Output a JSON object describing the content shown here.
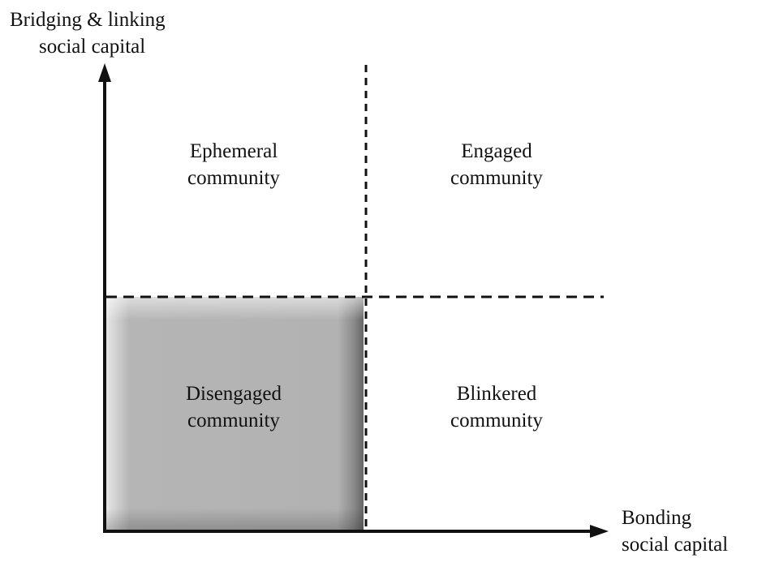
{
  "axes": {
    "y_label_line1": "Bridging & linking",
    "y_label_line2": "social capital",
    "x_label_line1": "Bonding",
    "x_label_line2": "social capital"
  },
  "quadrants": {
    "top_left": {
      "line1": "Ephemeral",
      "line2": "community"
    },
    "top_right": {
      "line1": "Engaged",
      "line2": "community"
    },
    "bottom_left": {
      "line1": "Disengaged",
      "line2": "community",
      "highlighted": true
    },
    "bottom_right": {
      "line1": "Blinkered",
      "line2": "community"
    }
  },
  "colors": {
    "axis": "#111111",
    "divider": "#111111",
    "highlight_fill": "#b5b5b5",
    "highlight_edge": "#6f6f6f"
  }
}
